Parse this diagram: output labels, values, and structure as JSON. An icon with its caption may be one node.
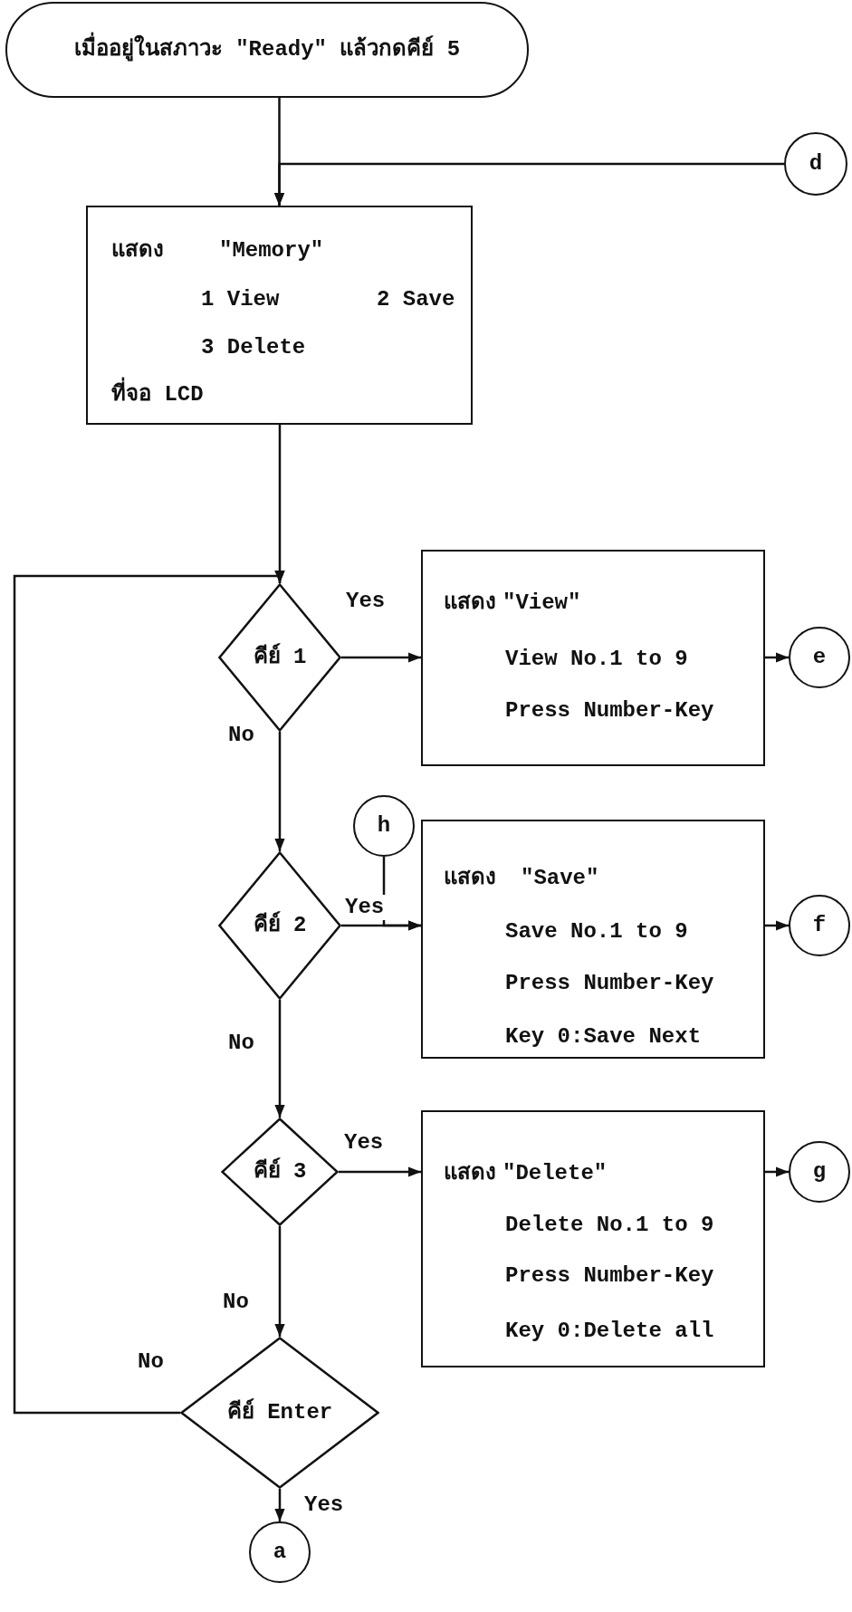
{
  "diagram": {
    "nodes": [
      {
        "text": [
          "เมื่ออยู่ในสภาวะ \"Ready\"  แล้วกดคีย์ 5"
        ]
      },
      {
        "text": [
          "d"
        ]
      },
      {
        "text": [
          "แสดง",
          "\"Memory\"",
          "1 View",
          "2 Save",
          "3 Delete",
          "ที่จอ LCD"
        ]
      },
      {
        "text": [
          "คีย์ 1"
        ]
      },
      {
        "text": [
          "แสดง",
          "\"View\"",
          "View No.1 to 9",
          "Press Number-Key"
        ]
      },
      {
        "text": [
          "e"
        ]
      },
      {
        "text": [
          "h"
        ]
      },
      {
        "text": [
          "คีย์ 2"
        ]
      },
      {
        "text": [
          "แสดง",
          "\"Save\"",
          "Save No.1 to 9",
          "Press Number-Key",
          "Key 0:Save Next"
        ]
      },
      {
        "text": [
          "f"
        ]
      },
      {
        "text": [
          "คีย์ 3"
        ]
      },
      {
        "text": [
          "แสดง",
          "\"Delete\"",
          "Delete No.1 to 9",
          "Press Number-Key",
          "Key 0:Delete all"
        ]
      },
      {
        "text": [
          "g"
        ]
      },
      {
        "text": [
          "คีย์ Enter"
        ]
      },
      {
        "text": [
          "a"
        ]
      }
    ],
    "edges": [
      {
        "from": 0,
        "to": 2,
        "arrow": "to"
      },
      {
        "from": 1,
        "to": 2,
        "arrow": "to"
      },
      {
        "from": 2,
        "to": 3,
        "arrow": "to"
      },
      {
        "from": 3,
        "to": 4,
        "arrow": "to",
        "label": "Yes"
      },
      {
        "from": 4,
        "to": 5,
        "arrow": "to"
      },
      {
        "from": 3,
        "to": 7,
        "arrow": "to",
        "label": "No"
      },
      {
        "from": 7,
        "to": 8,
        "arrow": "to",
        "label": "Yes"
      },
      {
        "from": 6,
        "to": 8,
        "arrow": "to"
      },
      {
        "from": 8,
        "to": 9,
        "arrow": "to"
      },
      {
        "from": 7,
        "to": 10,
        "arrow": "to",
        "label": "No"
      },
      {
        "from": 10,
        "to": 11,
        "arrow": "to",
        "label": "Yes"
      },
      {
        "from": 11,
        "to": 12,
        "arrow": "to"
      },
      {
        "from": 10,
        "to": 13,
        "arrow": "to",
        "label": "No"
      },
      {
        "from": 13,
        "to": 3,
        "arrow": "to",
        "label": "No"
      },
      {
        "from": 13,
        "to": 14,
        "arrow": "to",
        "label": "Yes"
      }
    ]
  }
}
